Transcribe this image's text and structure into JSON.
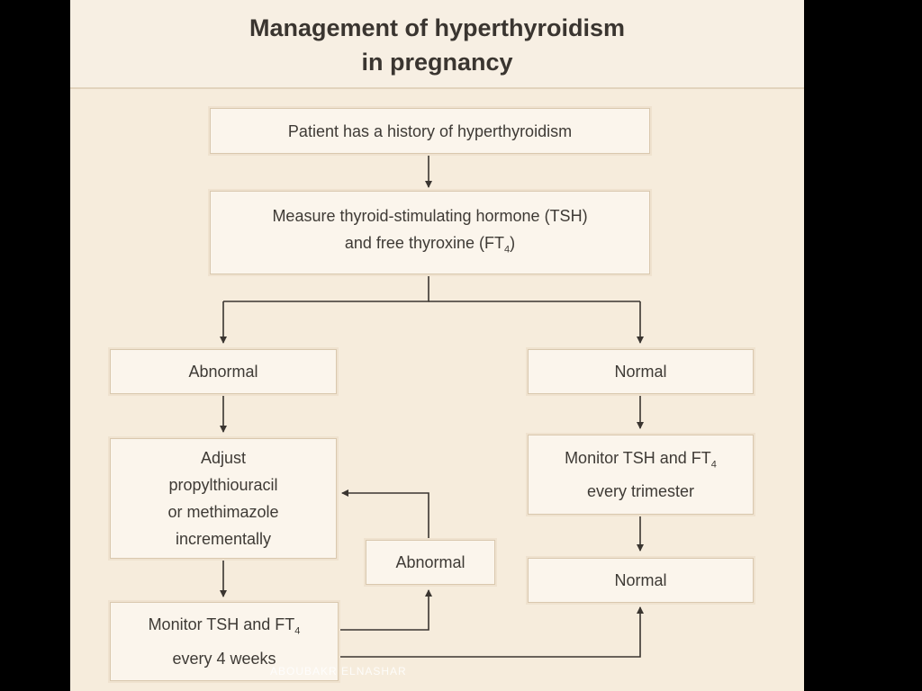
{
  "title": {
    "line1": "Management of hyperthyroidism",
    "line2": "in pregnancy"
  },
  "boxes": {
    "history": "Patient has a history of hyperthyroidism",
    "measure": {
      "line1": "Measure thyroid-stimulating hormone (TSH)",
      "line2_pre": "and free thyroxine (FT",
      "line2_sub": "4",
      "line2_post": ")"
    },
    "abnormal_left": "Abnormal",
    "normal_right": "Normal",
    "adjust": {
      "line1": "Adjust",
      "line2": "propylthiouracil",
      "line3": "or methimazole",
      "line4": "incrementally"
    },
    "monitor_trimester": {
      "line1_pre": "Monitor TSH and FT",
      "line1_sub": "4",
      "line2": "every trimester"
    },
    "abnormal_mid": "Abnormal",
    "normal_bottom": "Normal",
    "monitor_4weeks": {
      "line1_pre": "Monitor TSH and FT",
      "line1_sub": "4",
      "line2": "every 4 weeks"
    }
  },
  "watermark": "ABOUBAKR ELNASHAR",
  "colors": {
    "background": "#000000",
    "slide": "#f6ecdc",
    "box_fill": "#fbf5ec",
    "line": "#3a3530"
  }
}
